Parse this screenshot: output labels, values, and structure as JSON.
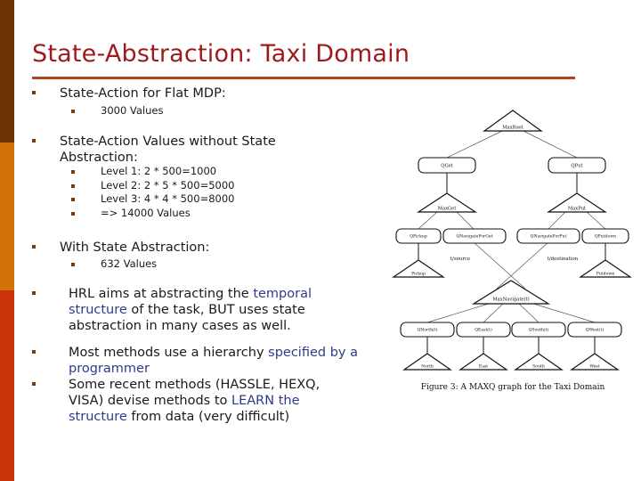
{
  "slide": {
    "title": "State-Abstraction: Taxi Domain",
    "title_color": "#9e1a1a",
    "rule_color": "#b0441c",
    "bullet_color": "#7a3b10",
    "highlight_color": "#2e3a8c"
  },
  "sidebar": {
    "segments": [
      {
        "name": "dark-brown",
        "color": "#6b3303"
      },
      {
        "name": "orange",
        "color": "#d2700a"
      },
      {
        "name": "red-orange",
        "color": "#ca3307"
      }
    ]
  },
  "content": {
    "b1_heading": "State-Action for Flat MDP:",
    "b1_sub": "3000 Values",
    "b2_heading_l1": "State-Action Values without State",
    "b2_heading_l2": "Abstraction:",
    "b2_subs": [
      "Level 1: 2 * 500=1000",
      "Level 2: 2 * 5 * 500=5000",
      "Level 3: 4 * 4 * 500=8000",
      "=> 14000 Values"
    ],
    "b3_heading": "With State Abstraction:",
    "b3_sub": "632 Values",
    "b4_part1": "HRL aims at abstracting the ",
    "b4_hl1": "temporal",
    "b4_hl2": "structure",
    "b4_part2": " of the task, BUT uses state",
    "b4_part3": "abstraction in many cases as well.",
    "b5_part1": "Most methods use a hierarchy ",
    "b5_hl1": "specified by a",
    "b5_hl2": "programmer",
    "b6_part1": "Some recent methods (HASSLE, HEXQ,",
    "b6_part2": "VISA) devise methods to ",
    "b6_hl1": "LEARN the",
    "b6_hl2": "structure",
    "b6_part3": " from data (very difficult)"
  },
  "figure": {
    "caption": "Figure 3: A MAXQ graph for the Taxi Domain",
    "nodes": {
      "root": "MaxRoot",
      "qget": "QGet",
      "qput": "QPut",
      "maxget": "MaxGet",
      "maxput": "MaxPut",
      "qpickup": "QPickup",
      "qnavget": "QNavigateForGet",
      "qnavput": "QNavigateForPut",
      "qputdown": "QPutdown",
      "pickup": "Pickup",
      "putdown": "Putdown",
      "maxnav": "MaxNavigate(t)",
      "qnorth": "QNorth(t)",
      "qeast": "QEast(t)",
      "qsouth": "QSouth(t)",
      "qwest": "QWest(t)",
      "north": "North",
      "east": "East",
      "south": "South",
      "west": "West"
    },
    "edge_labels": {
      "tsource": "t/source",
      "tdestination": "t/destination"
    }
  }
}
